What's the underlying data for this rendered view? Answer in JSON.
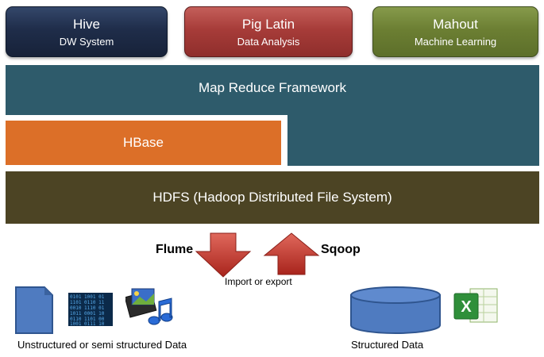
{
  "top_boxes": {
    "hive": {
      "title": "Hive",
      "subtitle": "DW System"
    },
    "pig": {
      "title": "Pig Latin",
      "subtitle": "Data Analysis"
    },
    "mahout": {
      "title": "Mahout",
      "subtitle": "Machine Learning"
    }
  },
  "layers": {
    "mapreduce": "Map Reduce Framework",
    "hbase": "HBase",
    "hdfs": "HDFS (Hadoop Distributed File System)"
  },
  "transfer": {
    "flume": "Flume",
    "sqoop": "Sqoop",
    "import_export": "Import or export"
  },
  "sources": {
    "unstructured": "Unstructured or semi structured Data",
    "structured": "Structured Data"
  },
  "icons": [
    "document-icon",
    "binary-data-icon",
    "media-files-icon",
    "database-icon",
    "excel-icon"
  ]
}
